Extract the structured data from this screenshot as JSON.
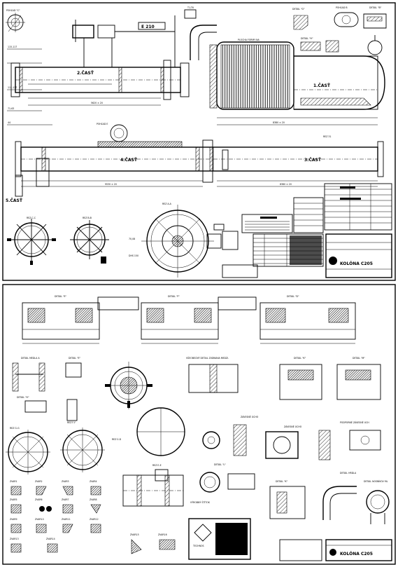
{
  "sheet_top": {
    "tag": "E 210",
    "parts": [
      "1.ČASŤ",
      "2.ČASŤ",
      "3.ČASŤ",
      "4.ČASŤ",
      "5.ČASŤ"
    ],
    "details": [
      "POHĽAD \"C\"",
      "POHĽAD B",
      "DETAIL \"G\"",
      "DETAIL \"H\"",
      "DETAIL \"B\"",
      "POHĽAD E",
      "REZ 31",
      "REZ C-C",
      "REZ B-B",
      "REZ A-A"
    ],
    "title_block": {
      "name": "KOLÓNA C205"
    }
  },
  "sheet_bottom": {
    "details": [
      "DETAIL \"E\"",
      "DETAIL \"F\"",
      "DETAIL \"D\"",
      "DETAIL MEDLA A",
      "DETAIL \"E\"",
      "VŠEOBECNÝ DETAIL ZVÁRANIA MEDZI.",
      "DETAIL \"K\"",
      "DETAIL \"M\"",
      "DETAIL \"H\"",
      "REZ G-G",
      "REZ F-F",
      "REZ 0-D",
      "REZ E-E",
      "ZÁVESNÉ ÚCHO",
      "ZÁVESNÉ ÚCHO",
      "PODPORNÉ ZÁVESNÉ UCH",
      "DETAIL \"L\"",
      "VÝROBNÝ ŠTÍTOK",
      "DETAIL HRDLA",
      "DETAIL \"K\"",
      "DETAIL NOSNÍKOV ML"
    ],
    "weld_marks": [
      "ZVAR1",
      "ZVAR2",
      "ZVAR3",
      "ZVAR4",
      "ZVAR5",
      "ZVAR6",
      "ZVAR7",
      "ZVAR8",
      "ZVAR9",
      "ZVAR10",
      "ZVAR11",
      "ZVAR12",
      "ZVAR13",
      "ZVAR14",
      "ZVAR15",
      "ZVAR16"
    ],
    "nameplate": {
      "brand": "TECHNOS"
    },
    "title_block": {
      "name": "KOLÓNA C205"
    }
  }
}
